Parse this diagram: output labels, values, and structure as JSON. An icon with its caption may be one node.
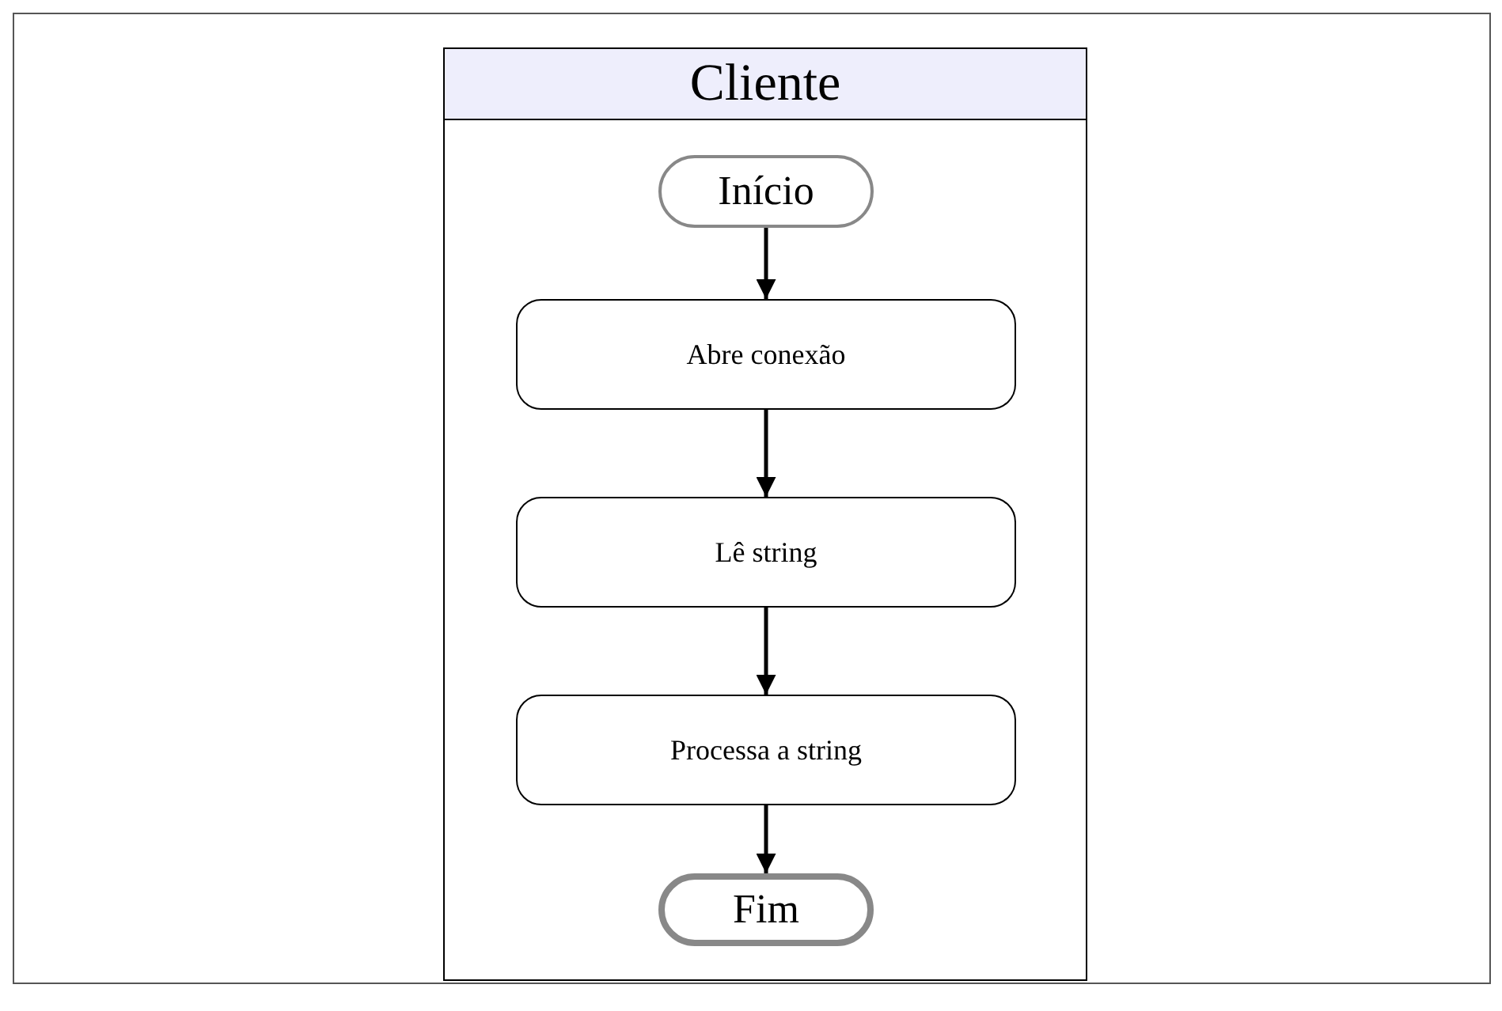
{
  "diagram": {
    "nodes": [
      {
        "text": [
          "Cliente"
        ]
      },
      {
        "text": [
          "Início"
        ],
        "in": 0
      },
      {
        "text": [
          "Abre conexão"
        ],
        "in": 0
      },
      {
        "text": [
          "Lê string"
        ],
        "in": 0
      },
      {
        "text": [
          "Processa a string"
        ],
        "in": 0
      },
      {
        "text": [
          "Fim"
        ],
        "in": 0
      }
    ],
    "edges": [
      {
        "from": 1,
        "to": 2,
        "arrow": "to"
      },
      {
        "from": 2,
        "to": 3,
        "arrow": "to"
      },
      {
        "from": 3,
        "to": 4,
        "arrow": "to"
      },
      {
        "from": 4,
        "to": 5,
        "arrow": "to"
      }
    ]
  }
}
